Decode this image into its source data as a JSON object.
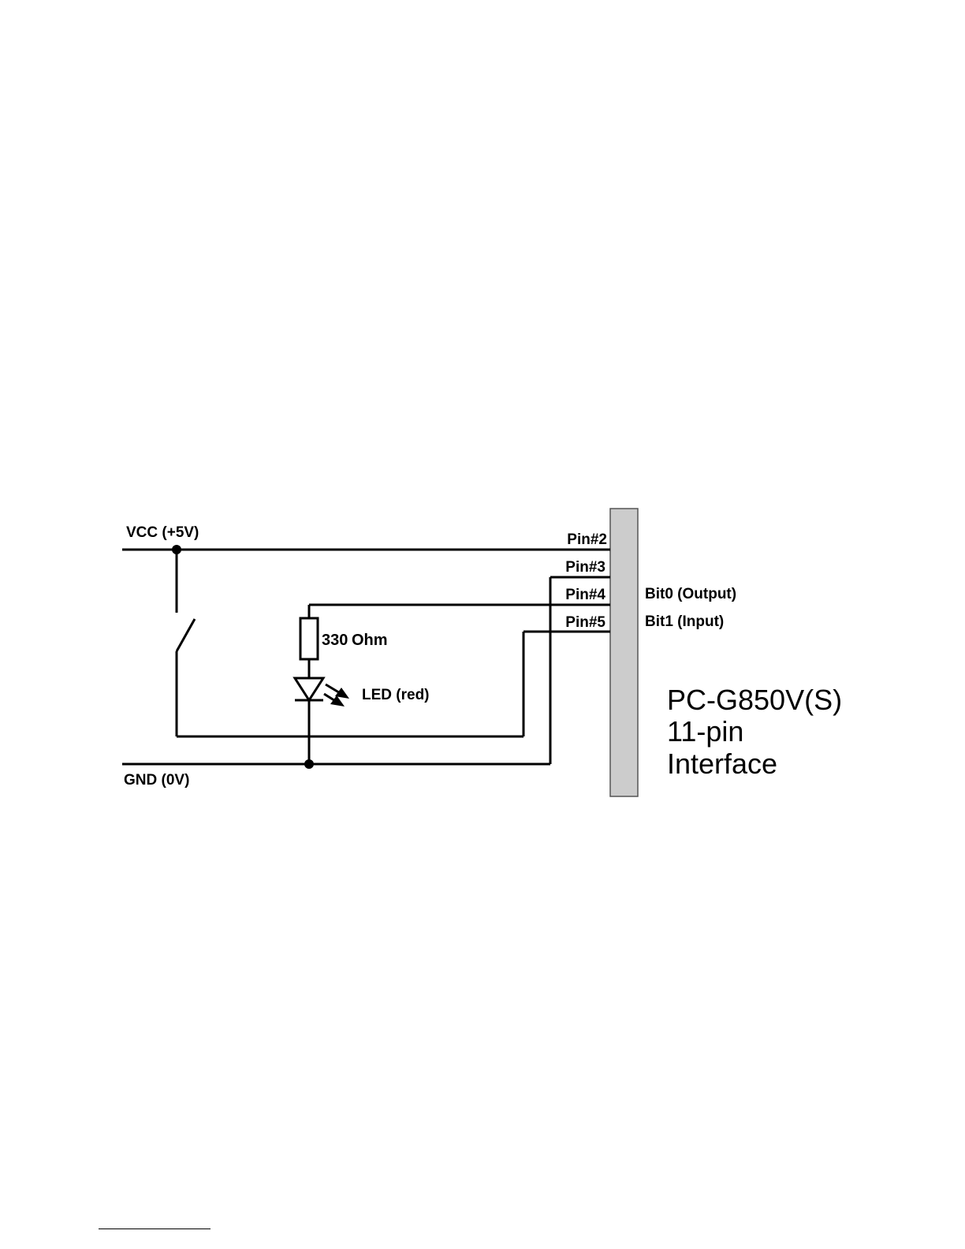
{
  "labels": {
    "vcc": "VCC (+5V)",
    "gnd": "GND (0V)",
    "pin2": "Pin#2",
    "pin3": "Pin#3",
    "pin4": "Pin#4",
    "pin5": "Pin#5",
    "bit0": "Bit0 (Output)",
    "bit1": "Bit1 (Input)",
    "resistor_value": "330",
    "resistor_unit": "Ohm",
    "led": "LED (red)",
    "interface_line1": "PC-G850V(S)",
    "interface_line2": "11-pin",
    "interface_line3": "Interface"
  },
  "colors": {
    "wire": "#000000",
    "connector_fill": "#cccccc",
    "connector_stroke": "#555555",
    "background": "#ffffff"
  }
}
